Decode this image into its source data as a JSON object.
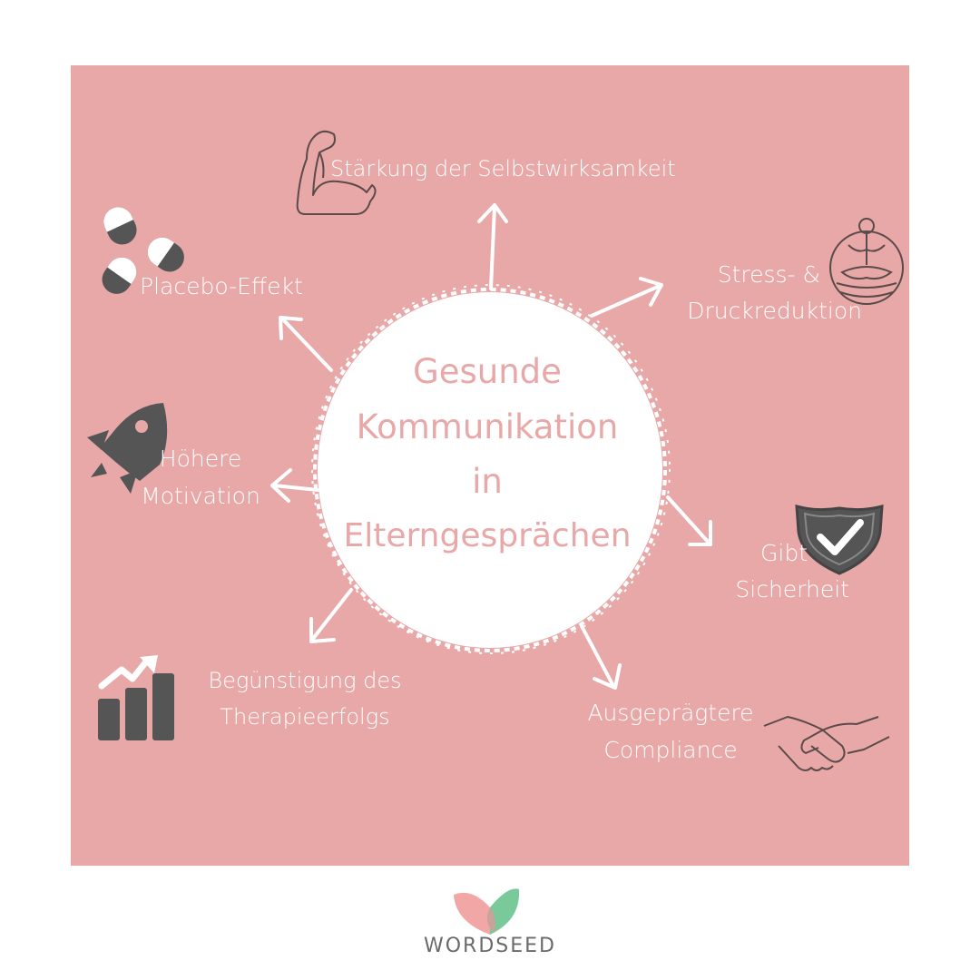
{
  "colors": {
    "panel": "#e8a8a8",
    "circle": "#ffffff",
    "icon": "#555555",
    "center_text": "#e8a8a8"
  },
  "center": {
    "lines": [
      "Gesunde",
      "Kommunikation",
      "in",
      "Elterngesprächen"
    ]
  },
  "benefits": [
    {
      "id": "selbstwirksamkeit",
      "lines": [
        "Stärkung der Selbstwirksamkeit"
      ],
      "icon": "flexed-arm-icon"
    },
    {
      "id": "stress",
      "lines": [
        "Stress- &",
        "Druckreduktion"
      ],
      "icon": "meditation-icon"
    },
    {
      "id": "sicherheit",
      "lines": [
        "Gibt",
        "Sicherheit"
      ],
      "icon": "shield-check-icon"
    },
    {
      "id": "compliance",
      "lines": [
        "Ausgeprägtere",
        "Compliance"
      ],
      "icon": "handshake-icon"
    },
    {
      "id": "therapie",
      "lines": [
        "Begünstigung des",
        "Therapieerfolgs"
      ],
      "icon": "bar-chart-growth-icon"
    },
    {
      "id": "motivation",
      "lines": [
        "Höhere",
        "Motivation"
      ],
      "icon": "rocket-icon"
    },
    {
      "id": "placebo",
      "lines": [
        "Placebo-Effekt"
      ],
      "icon": "pills-icon"
    }
  ],
  "brand": {
    "name": "WORDSEED",
    "icon": "wordseed-logo-icon"
  }
}
